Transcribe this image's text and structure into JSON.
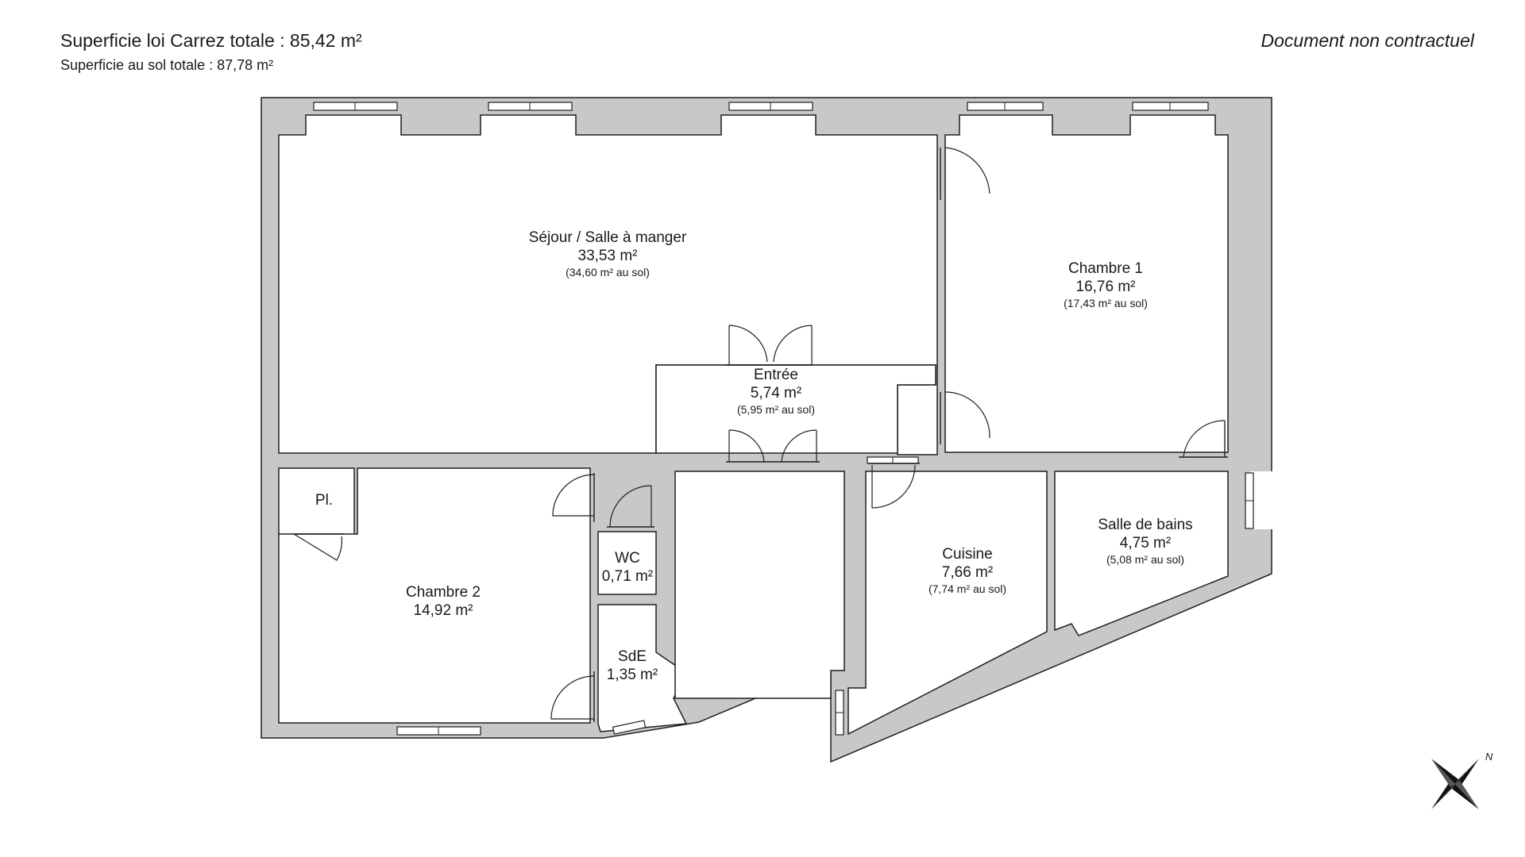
{
  "header": {
    "total_carrez": "Superficie loi Carrez totale :  85,42 m²",
    "total_sol": "Superficie au sol totale :  87,78 m²",
    "disclaimer": "Document non contractuel"
  },
  "rooms": [
    {
      "id": "sejour",
      "name": "Séjour / Salle à manger",
      "area": "33,53 m²",
      "floor": "(34,60 m² au sol)"
    },
    {
      "id": "chambre1",
      "name": "Chambre 1",
      "area": "16,76 m²",
      "floor": "(17,43 m² au sol)"
    },
    {
      "id": "entree",
      "name": "Entrée",
      "area": "5,74 m²",
      "floor": "(5,95 m² au sol)"
    },
    {
      "id": "placard",
      "name": "Pl.",
      "area": "",
      "floor": ""
    },
    {
      "id": "wc",
      "name": "WC",
      "area": "0,71 m²",
      "floor": ""
    },
    {
      "id": "chambre2",
      "name": "Chambre 2",
      "area": "14,92 m²",
      "floor": ""
    },
    {
      "id": "sde",
      "name": "SdE",
      "area": "1,35 m²",
      "floor": ""
    },
    {
      "id": "cuisine",
      "name": "Cuisine",
      "area": "7,66 m²",
      "floor": "(7,74 m² au sol)"
    },
    {
      "id": "sdb",
      "name": "Salle de bains",
      "area": "4,75 m²",
      "floor": "(5,08 m² au sol)"
    }
  ],
  "compass": {
    "label": "N"
  },
  "colors": {
    "wall": "#c8c8c8",
    "line": "#1f1f1f"
  }
}
